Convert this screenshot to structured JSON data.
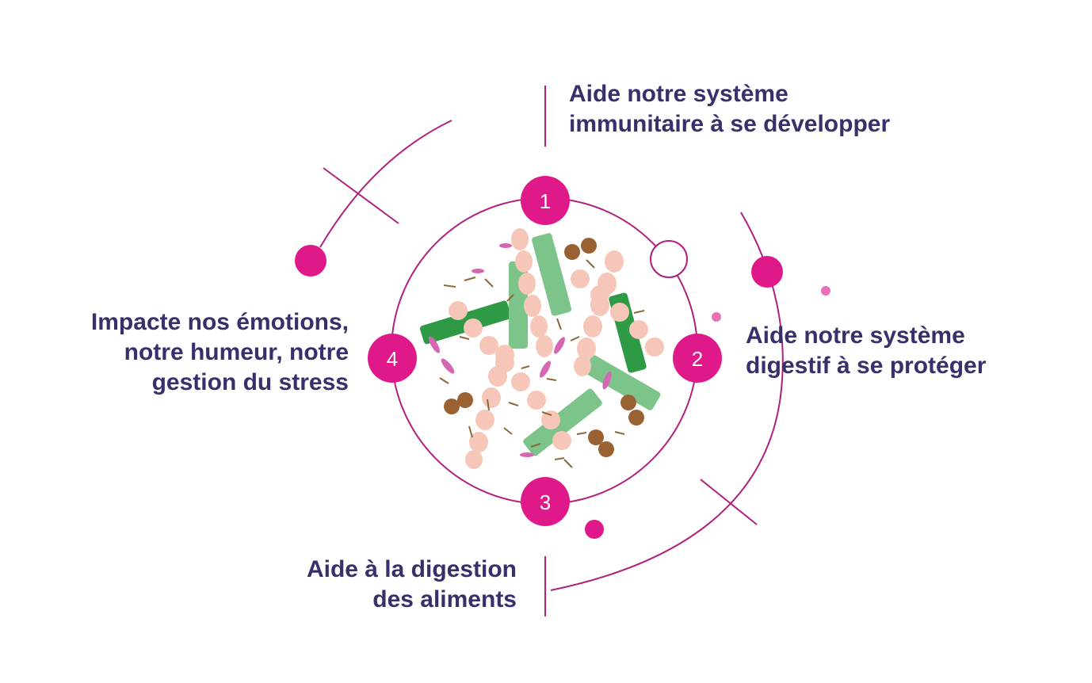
{
  "colors": {
    "accent": "#e0198a",
    "text": "#3a2e6b",
    "line": "#b0207e",
    "bacteria_green_dark": "#2e9a45",
    "bacteria_green_light": "#7cc48a",
    "bacteria_pink": "#f6c6b8",
    "bacteria_brown": "#9a6233"
  },
  "steps": [
    {
      "number": "1",
      "lines": [
        "Aide notre système",
        "immunitaire à se développer"
      ]
    },
    {
      "number": "2",
      "lines": [
        "Aide notre système",
        "digestif à se protéger"
      ]
    },
    {
      "number": "3",
      "lines": [
        "Aide à la digestion",
        "des aliments"
      ]
    },
    {
      "number": "4",
      "lines": [
        "Impacte nos émotions,",
        "notre humeur, notre",
        "gestion du stress"
      ]
    }
  ]
}
